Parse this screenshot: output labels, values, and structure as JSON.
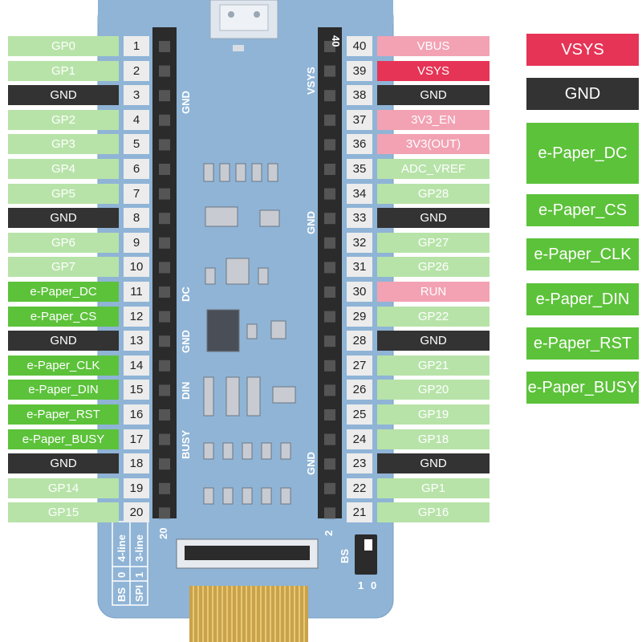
{
  "left_pins": [
    {
      "num": "1",
      "label": "GP0",
      "style": "pale"
    },
    {
      "num": "2",
      "label": "GP1",
      "style": "pale"
    },
    {
      "num": "3",
      "label": "GND",
      "style": "black"
    },
    {
      "num": "4",
      "label": "GP2",
      "style": "pale"
    },
    {
      "num": "5",
      "label": "GP3",
      "style": "pale"
    },
    {
      "num": "6",
      "label": "GP4",
      "style": "pale"
    },
    {
      "num": "7",
      "label": "GP5",
      "style": "pale"
    },
    {
      "num": "8",
      "label": "GND",
      "style": "black"
    },
    {
      "num": "9",
      "label": "GP6",
      "style": "pale"
    },
    {
      "num": "10",
      "label": "GP7",
      "style": "pale"
    },
    {
      "num": "11",
      "label": "e-Paper_DC",
      "style": "bright"
    },
    {
      "num": "12",
      "label": "e-Paper_CS",
      "style": "bright"
    },
    {
      "num": "13",
      "label": "GND",
      "style": "black"
    },
    {
      "num": "14",
      "label": "e-Paper_CLK",
      "style": "bright"
    },
    {
      "num": "15",
      "label": "e-Paper_DIN",
      "style": "bright"
    },
    {
      "num": "16",
      "label": "e-Paper_RST",
      "style": "bright"
    },
    {
      "num": "17",
      "label": "e-Paper_BUSY",
      "style": "bright"
    },
    {
      "num": "18",
      "label": "GND",
      "style": "black"
    },
    {
      "num": "19",
      "label": "GP14",
      "style": "pale"
    },
    {
      "num": "20",
      "label": "GP15",
      "style": "pale"
    }
  ],
  "right_pins": [
    {
      "num": "40",
      "label": "VBUS",
      "style": "pink"
    },
    {
      "num": "39",
      "label": "VSYS",
      "style": "red"
    },
    {
      "num": "38",
      "label": "GND",
      "style": "black"
    },
    {
      "num": "37",
      "label": "3V3_EN",
      "style": "pink"
    },
    {
      "num": "36",
      "label": "3V3(OUT)",
      "style": "pink"
    },
    {
      "num": "35",
      "label": "ADC_VREF",
      "style": "pale"
    },
    {
      "num": "34",
      "label": "GP28",
      "style": "pale"
    },
    {
      "num": "33",
      "label": "GND",
      "style": "black"
    },
    {
      "num": "32",
      "label": "GP27",
      "style": "pale"
    },
    {
      "num": "31",
      "label": "GP26",
      "style": "pale"
    },
    {
      "num": "30",
      "label": "RUN",
      "style": "pink"
    },
    {
      "num": "29",
      "label": "GP22",
      "style": "pale"
    },
    {
      "num": "28",
      "label": "GND",
      "style": "black"
    },
    {
      "num": "27",
      "label": "GP21",
      "style": "pale"
    },
    {
      "num": "26",
      "label": "GP20",
      "style": "pale"
    },
    {
      "num": "25",
      "label": "GP19",
      "style": "pale"
    },
    {
      "num": "24",
      "label": "GP18",
      "style": "pale"
    },
    {
      "num": "23",
      "label": "GND",
      "style": "black"
    },
    {
      "num": "22",
      "label": "GP1",
      "style": "pale"
    },
    {
      "num": "21",
      "label": "GP16",
      "style": "pale"
    }
  ],
  "legend": [
    {
      "label": "VSYS",
      "style": "red"
    },
    {
      "label": "GND",
      "style": "black"
    },
    {
      "label": "e-Paper_DC",
      "style": "bright"
    },
    {
      "label": "e-Paper_CS",
      "style": "bright"
    },
    {
      "label": "e-Paper_CLK",
      "style": "bright"
    },
    {
      "label": "e-Paper_DIN",
      "style": "bright"
    },
    {
      "label": "e-Paper_RST",
      "style": "bright"
    },
    {
      "label": "e-Paper_BUSY",
      "style": "bright"
    }
  ],
  "silkscreen": {
    "left_labels": [
      "GND",
      "DC",
      "GND",
      "DIN",
      "BUSY"
    ],
    "right_labels": [
      "VSYS",
      "GND",
      "GND"
    ],
    "header_left_num": "20",
    "header_right_num": "2",
    "top_pin_num": "40",
    "bs_table": {
      "col1": [
        "BS",
        "0",
        "4-line"
      ],
      "col2": [
        "SPI",
        "1",
        "3-line"
      ]
    },
    "bs_switch": {
      "label": "BS",
      "left": "1",
      "right": "0"
    }
  }
}
